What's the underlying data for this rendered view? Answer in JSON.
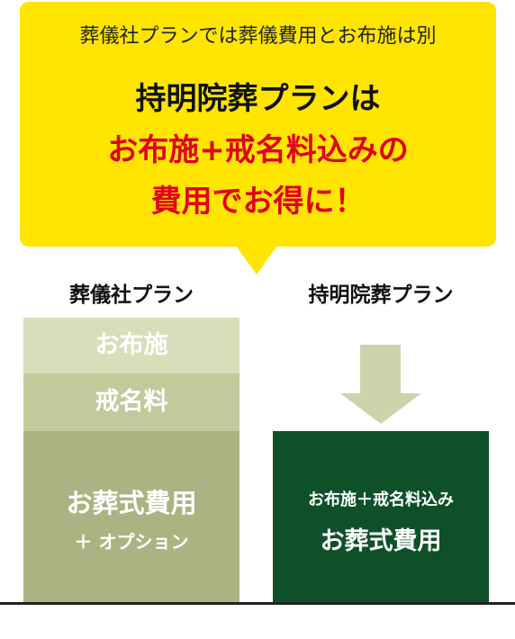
{
  "callout": {
    "line1": "葬儀社プランでは葬儀費用とお布施は別",
    "line2": "持明院葬プランは",
    "line3": "お布施+戒名料込みの",
    "line4": "費用でお得に！"
  },
  "left_plan": {
    "title": "葬儀社プラン",
    "segments": {
      "ofuse": "お布施",
      "kaimyo": "戒名料",
      "funeral": "お葬式費用",
      "funeral_sub": "＋ オプション"
    }
  },
  "right_plan": {
    "title": "持明院葬プラン",
    "box_top": "お布施＋戒名料込み",
    "box_bottom": "お葬式費用"
  },
  "colors": {
    "callout_bg": "#ffe500",
    "accent_red": "#e0001b",
    "ofuse": "#d8deba",
    "kaimyo": "#c2ca9c",
    "funeral": "#adb282",
    "green_plan": "#0e5128",
    "arrow": "#cfd3ab"
  }
}
